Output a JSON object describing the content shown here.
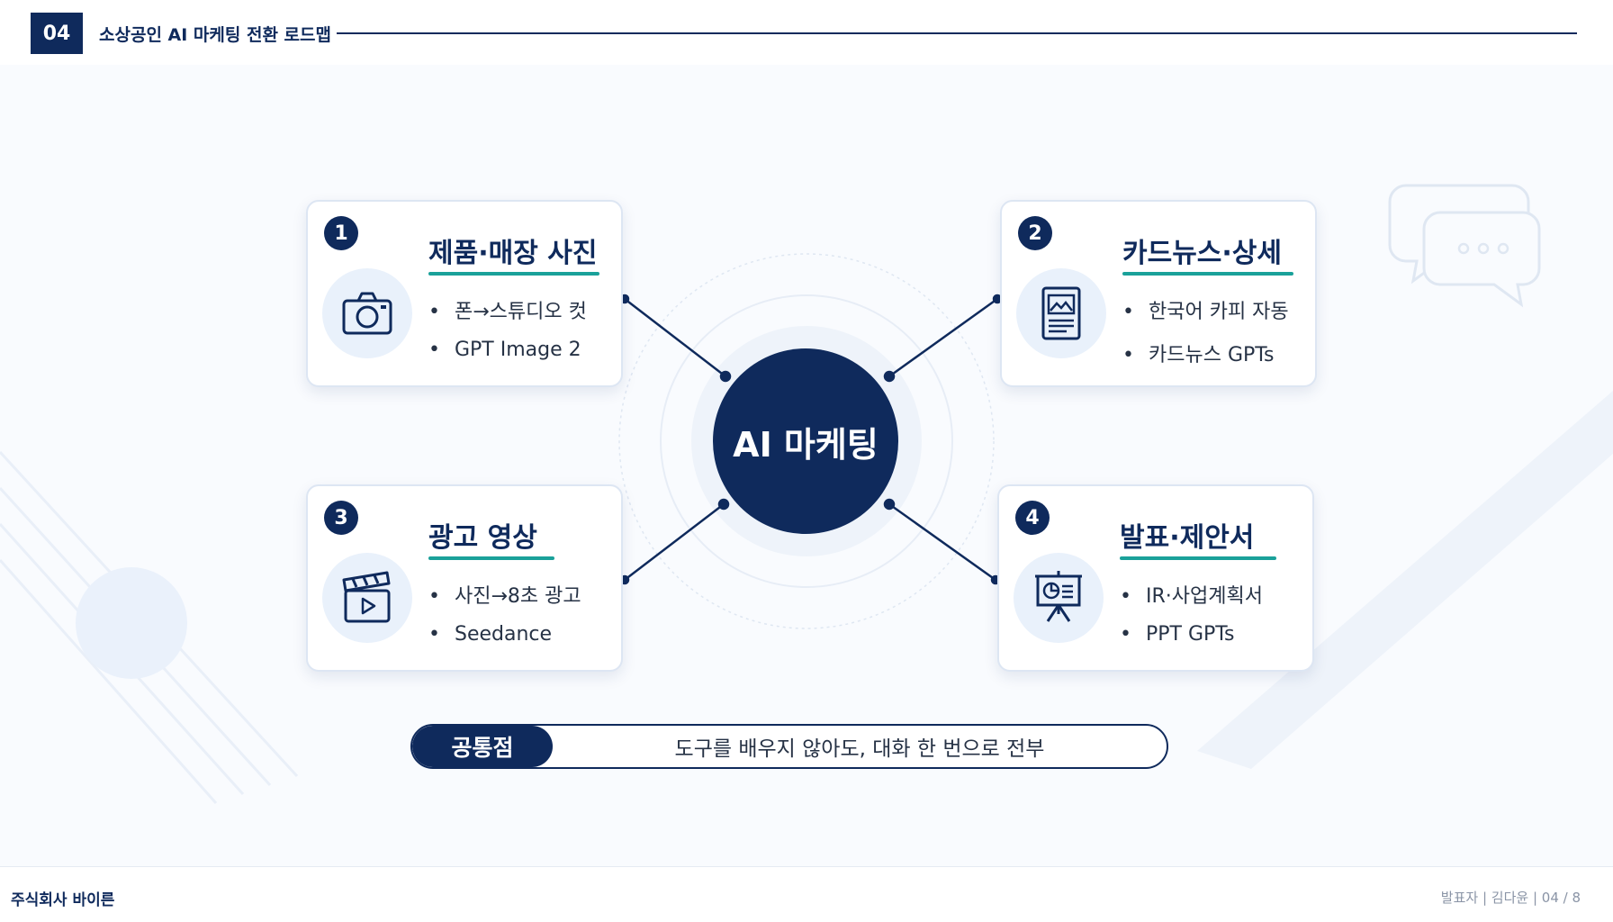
{
  "header": {
    "slide_number": "04",
    "title": "소상공인 AI 마케팅 전환 로드맵"
  },
  "center": {
    "label": "AI 마케팅"
  },
  "cards": [
    {
      "number": "1",
      "title": "제품·매장 사진",
      "icon": "camera-icon",
      "bullets": [
        "폰→스튜디오 컷",
        "GPT Image 2"
      ]
    },
    {
      "number": "2",
      "title": "카드뉴스·상세",
      "icon": "document-image-icon",
      "bullets": [
        "한국어 카피 자동",
        "카드뉴스 GPTs"
      ]
    },
    {
      "number": "3",
      "title": "광고 영상",
      "icon": "clapperboard-icon",
      "bullets": [
        "사진→8초 광고",
        "Seedance"
      ]
    },
    {
      "number": "4",
      "title": "발표·제안서",
      "icon": "presentation-board-icon",
      "bullets": [
        "IR·사업계획서",
        "PPT GPTs"
      ]
    }
  ],
  "common": {
    "label": "공통점",
    "text": "도구를 배우지 않아도, 대화 한 번으로 전부"
  },
  "footer": {
    "company": "주식회사 바이른",
    "page_info": "발표자 | 김다윤 | 04 / 8"
  },
  "colors": {
    "primary": "#0f2a5c",
    "accent": "#1aa19a",
    "icon_bg": "#e9f1fb",
    "canvas_bg": "#f9fbfe"
  },
  "decorations": {
    "top_right": "chat-bubbles-icon"
  }
}
